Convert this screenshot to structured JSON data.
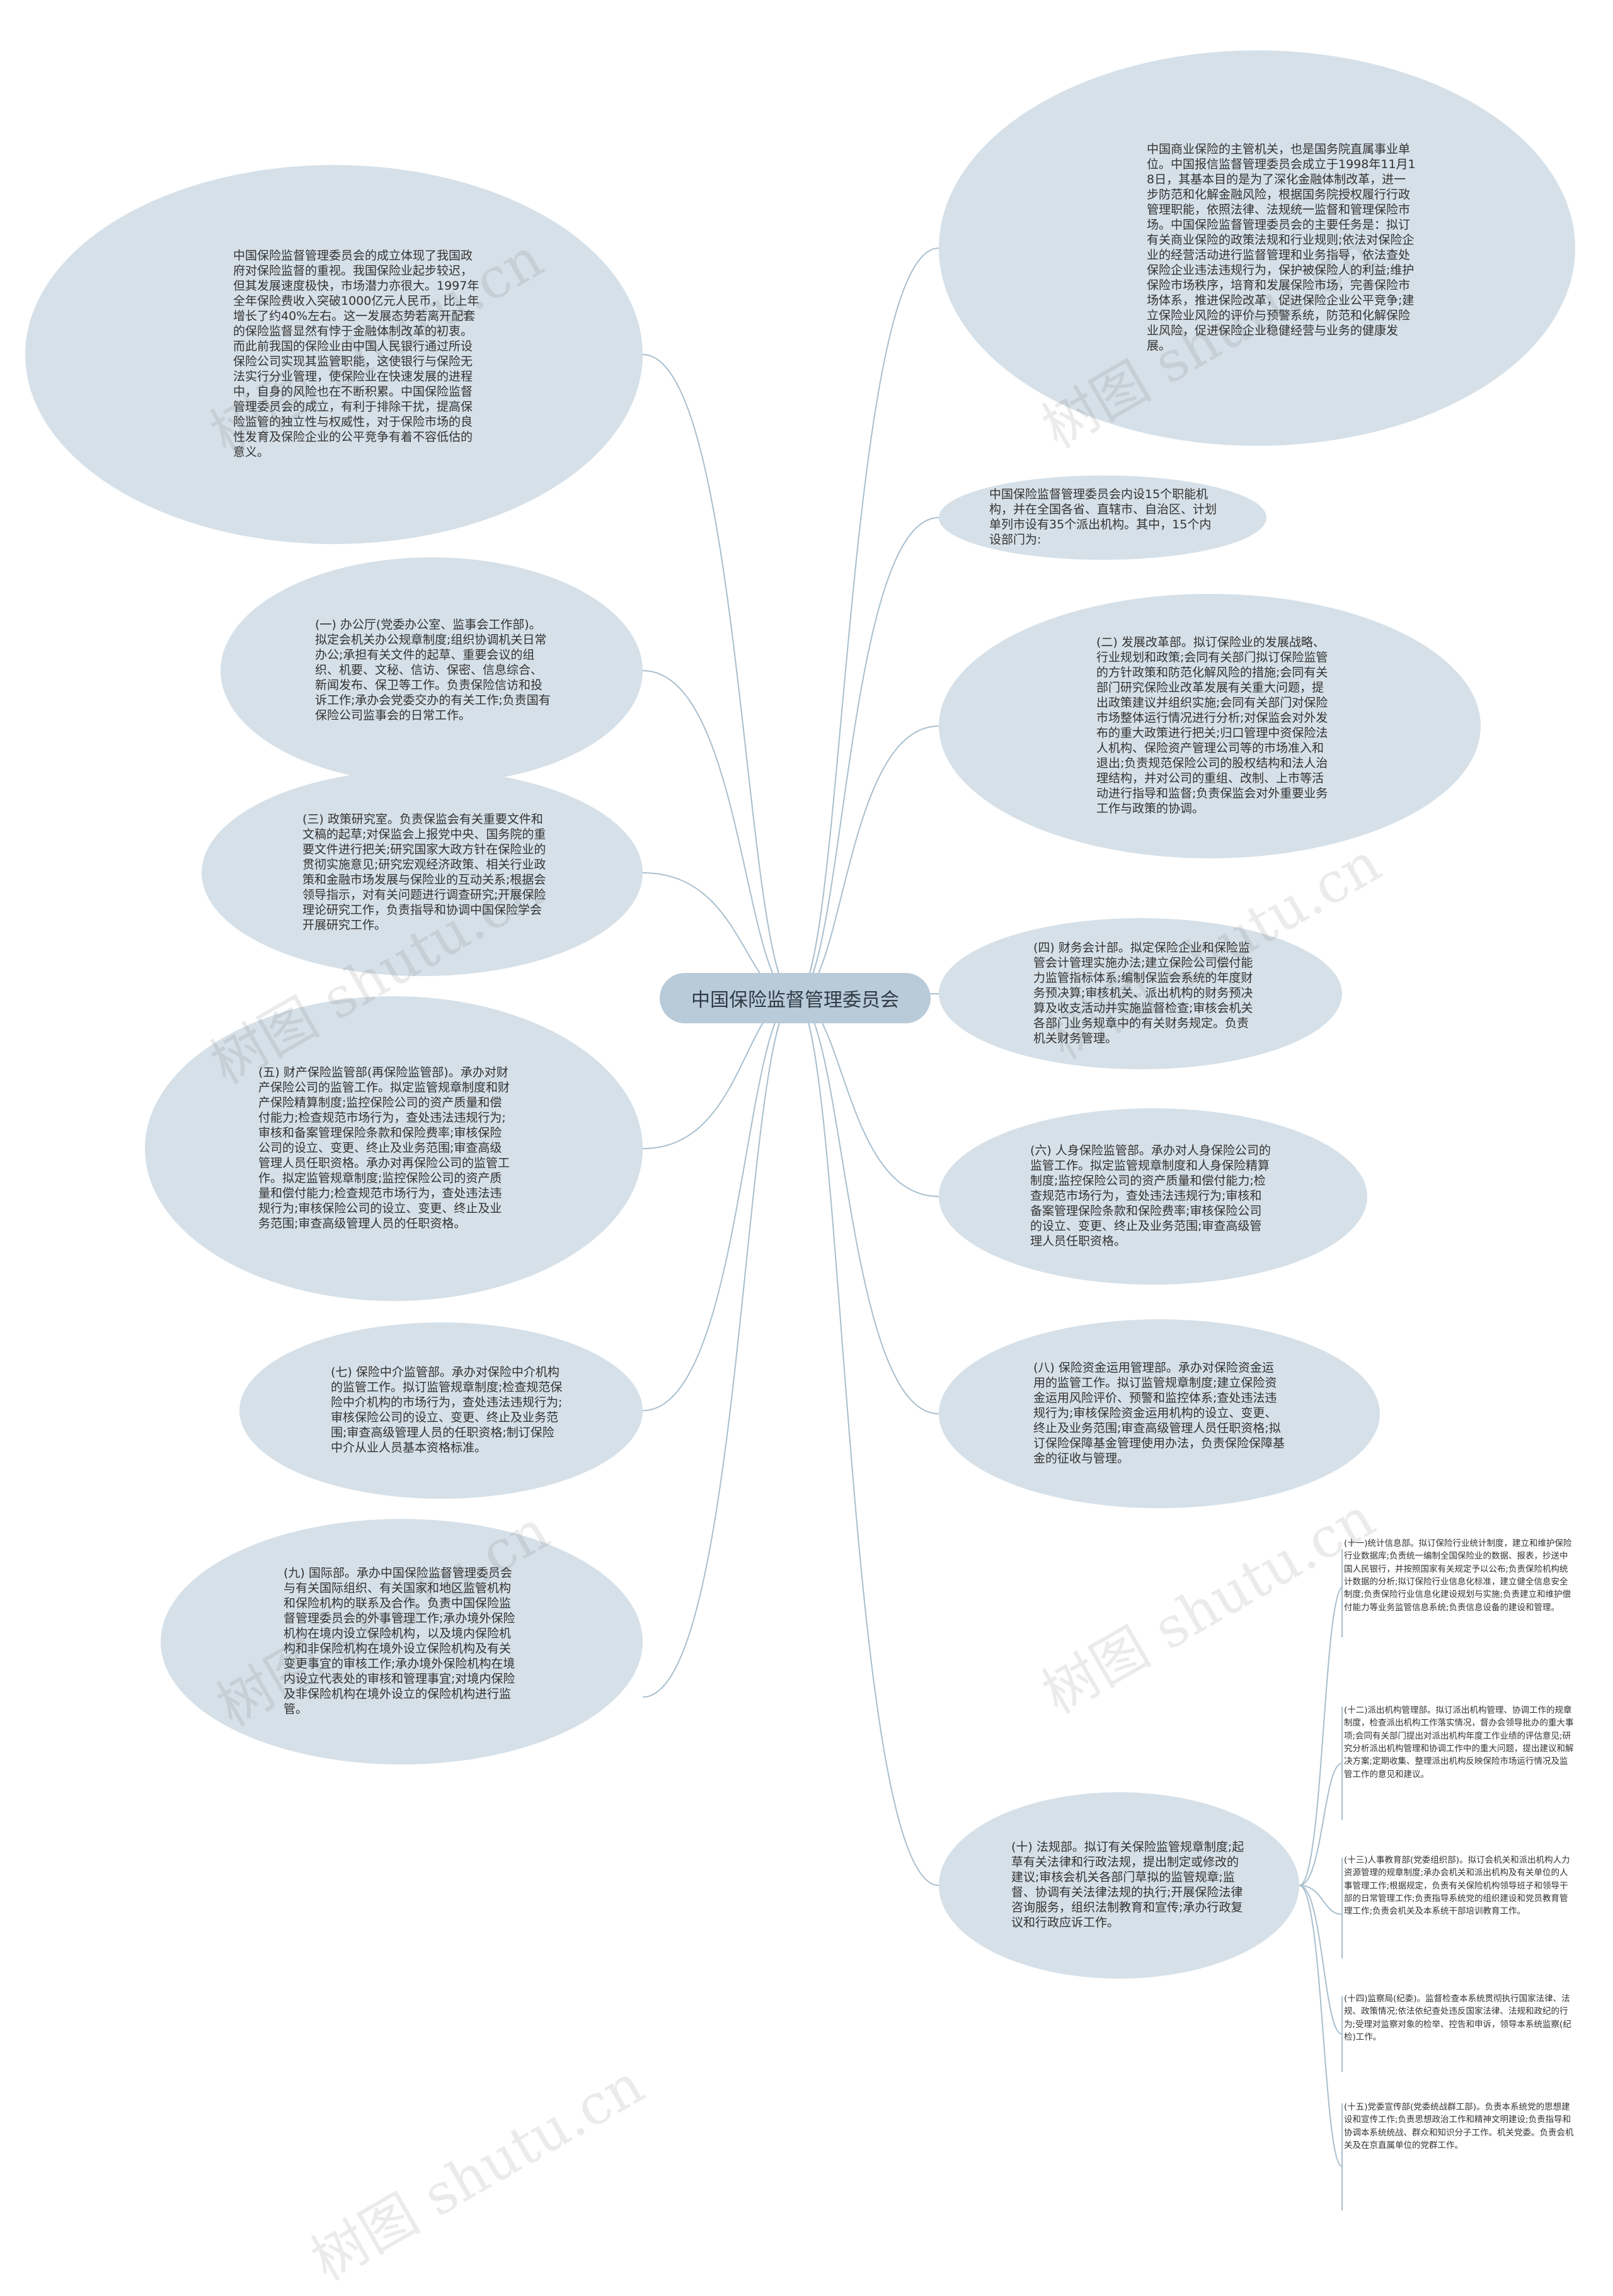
{
  "center": {
    "label": "中国保险监督管理委员会"
  },
  "nodes": {
    "right_main": "中国商业保险的主管机关，也是国务院直属事业单位。中国报信监督管理委员会成立于1998年11月18日，其基本目的是为了深化金融体制改革，进一步防范和化解金融风险，根据国务院授权履行行政管理职能，依照法律、法规统一监督和管理保险市场。中国保险监督管理委员会的主要任务是：拟订有关商业保险的政策法规和行业规则;依法对保险企业的经营活动进行监督管理和业务指导，依法查处保险企业违法违规行为，保护被保险人的利益;维护保险市场秩序，培育和发展保险市场，完善保险市场体系，推进保险改革，促进保险企业公平竞争;建立保险业风险的评价与预警系统，防范和化解保险业风险，促进保险企业稳健经营与业务的健康发展。",
    "left_top": "中国保险监督管理委员会的成立体现了我国政府对保险监督的重视。我国保险业起步较迟，但其发展速度极快，市场潜力亦很大。1997年全年保险费收入突破1000亿元人民币，比上年增长了约40%左右。这一发展态势若离开配套的保险监督显然有悖于金融体制改革的初衷。而此前我国的保险业由中国人民银行通过所设保险公司实现其监管职能，这使银行与保险无法实行分业管理，使保险业在快速发展的进程中，自身的风险也在不断积累。中国保险监督管理委员会的成立，有利于排除干扰，提高保险监管的独立性与权威性，对于保险市场的良性发育及保险企业的公平竞争有着不容低估的意义。",
    "right_intro": "中国保险监督管理委员会内设15个职能机构，并在全国各省、直辖市、自治区、计划单列市设有35个派出机构。其中，15个内设部门为:",
    "n1": "(一) 办公厅(党委办公室、监事会工作部)。拟定会机关办公规章制度;组织协调机关日常办公;承担有关文件的起草、重要会议的组织、机要、文秘、信访、保密、信息综合、新闻发布、保卫等工作。负责保险信访和投诉工作;承办会党委交办的有关工作;负责国有保险公司监事会的日常工作。",
    "n2": "(二) 发展改革部。拟订保险业的发展战略、行业规划和政策;会同有关部门拟订保险监管的方针政策和防范化解风险的措施;会同有关部门研究保险业改革发展有关重大问题，提出政策建议并组织实施;会同有关部门对保险市场整体运行情况进行分析;对保监会对外发布的重大政策进行把关;归口管理中资保险法人机构、保险资产管理公司等的市场准入和退出;负责规范保险公司的股权结构和法人治理结构，并对公司的重组、改制、上市等活动进行指导和监督;负责保监会对外重要业务工作与政策的协调。",
    "n3": "(三) 政策研究室。负责保监会有关重要文件和文稿的起草;对保监会上报党中央、国务院的重要文件进行把关;研究国家大政方针在保险业的贯彻实施意见;研究宏观经济政策、相关行业政策和金融市场发展与保险业的互动关系;根据会领导指示，对有关问题进行调查研究;开展保险理论研究工作，负责指导和协调中国保险学会开展研究工作。",
    "n4": "(四) 财务会计部。拟定保险企业和保险监管会计管理实施办法;建立保险公司偿付能力监管指标体系;编制保监会系统的年度财务预决算;审核机关、派出机构的财务预决算及收支活动并实施监督检查;审核会机关各部门业务规章中的有关财务规定。负责机关财务管理。",
    "n5": "(五) 财产保险监管部(再保险监管部)。承办对财产保险公司的监管工作。拟定监管规章制度和财产保险精算制度;监控保险公司的资产质量和偿付能力;检查规范市场行为，查处违法违规行为;审核和备案管理保险条款和保险费率;审核保险公司的设立、变更、终止及业务范围;审查高级管理人员任职资格。承办对再保险公司的监管工作。拟定监管规章制度;监控保险公司的资产质量和偿付能力;检查规范市场行为，查处违法违规行为;审核保险公司的设立、变更、终止及业务范围;审查高级管理人员的任职资格。",
    "n6": "(六) 人身保险监管部。承办对人身保险公司的监管工作。拟定监管规章制度和人身保险精算制度;监控保险公司的资产质量和偿付能力;检查规范市场行为，查处违法违规行为;审核和备案管理保险条款和保险费率;审核保险公司的设立、变更、终止及业务范围;审查高级管理人员任职资格。",
    "n7": "(七) 保险中介监管部。承办对保险中介机构的监管工作。拟订监管规章制度;检查规范保险中介机构的市场行为，查处违法违规行为;审核保险公司的设立、变更、终止及业务范围;审查高级管理人员的任职资格;制订保险中介从业人员基本资格标准。",
    "n8": "(八) 保险资金运用管理部。承办对保险资金运用的监管工作。拟订监管规章制度;建立保险资金运用风险评价、预警和监控体系;查处违法违规行为;审核保险资金运用机构的设立、变更、终止及业务范围;审查高级管理人员任职资格;拟订保险保障基金管理使用办法，负责保险保障基金的征收与管理。",
    "n9": "(九) 国际部。承办中国保险监督管理委员会与有关国际组织、有关国家和地区监管机构和保险机构的联系及合作。负责中国保险监督管理委员会的外事管理工作;承办境外保险机构在境内设立保险机构，以及境内保险机构和非保险机构在境外设立保险机构及有关变更事宜的审核工作;承办境外保险机构在境内设立代表处的审核和管理事宜;对境内保险及非保险机构在境外设立的保险机构进行监管。",
    "n10": "(十) 法规部。拟订有关保险监管规章制度;起草有关法律和行政法规，提出制定或修改的建议;审核会机关各部门草拟的监管规章;监督、协调有关法律法规的执行;开展保险法律咨询服务，组织法制教育和宣传;承办行政复议和行政应诉工作。"
  },
  "leaves": {
    "l11": "(十一)统计信息部。拟订保险行业统计制度，建立和维护保险行业数据库;负责统一编制全国保险业的数据、报表，抄送中国人民银行，并按照国家有关规定予以公布;负责保险机构统计数据的分析;拟订保险行业信息化标准，建立健全信息安全制度;负责保险行业信息化建设规划与实施;负责建立和维护偿付能力等业务监管信息系统;负责信息设备的建设和管理。",
    "l12": "(十二)派出机构管理部。拟订派出机构管理、协调工作的规章制度，检查派出机构工作落实情况，督办会领导批办的重大事项;会同有关部门提出对派出机构年度工作业绩的评估意见;研究分析派出机构管理和协调工作中的重大问题，提出建议和解决方案;定期收集、整理派出机构反映保险市场运行情况及监管工作的意见和建议。",
    "l13": "(十三)人事教育部(党委组织部)。拟订会机关和派出机构人力资源管理的规章制度;承办会机关和派出机构及有关单位的人事管理工作;根据规定，负责有关保险机构领导班子和领导干部的日常管理工作;负责指导系统党的组织建设和党员教育管理工作;负责会机关及本系统干部培训教育工作。",
    "l14": "(十四)监察局(纪委)。监督检查本系统贯彻执行国家法律、法规、政策情况;依法依纪查处违反国家法律、法规和政纪的行为;受理对监察对象的检举、控告和申诉，领导本系统监察(纪检)工作。",
    "l15": "(十五)党委宣传部(党委统战群工部)。负责本系统党的思想建设和宣传工作;负责思想政治工作和精神文明建设;负责指导和协调本系统统战、群众和知识分子工作。机关党委。负责会机关及在京直属单位的党群工作。"
  },
  "watermarks": [
    "树图 shutu.cn",
    "树图 shutu.cn",
    "树图 shutu.cn",
    "树图 shutu.cn",
    "树图 shutu.cn",
    "树图 shutu.cn",
    "树图 shutu.cn"
  ],
  "colors": {
    "node_fill": "#d6e0e8",
    "center_fill": "#b9cad8",
    "line": "#a9bfce"
  }
}
